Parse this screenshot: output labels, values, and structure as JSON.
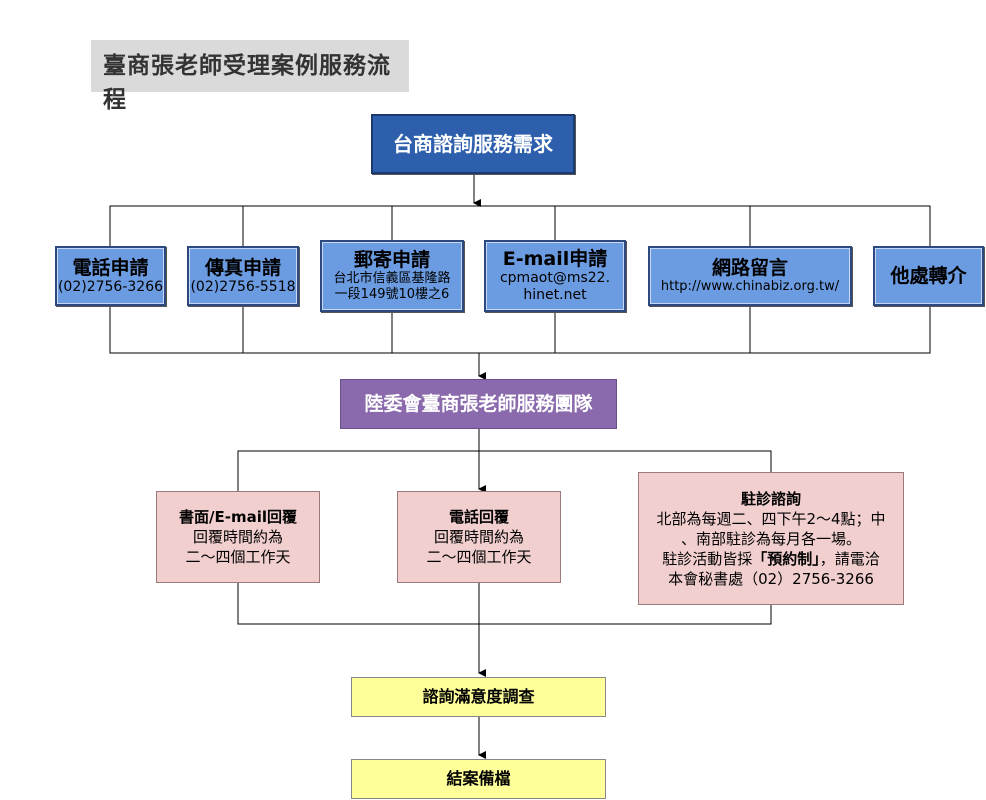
{
  "title": "臺商張老師受理案例服務流程",
  "top_node": "台商諮詢服務需求",
  "channels": [
    {
      "label": "電話申請",
      "detail": [
        "(02)2756-3266"
      ]
    },
    {
      "label": "傳真申請",
      "detail": [
        "(02)2756-5518"
      ]
    },
    {
      "label": "郵寄申請",
      "detail": [
        "台北市信義區基隆路",
        "一段149號10樓之6"
      ]
    },
    {
      "label": "E-mail申請",
      "detail": [
        "cpmaot@ms22.",
        "hinet.net"
      ]
    },
    {
      "label": "網路留言",
      "detail": [
        "http://www.chinabiz.org.tw/"
      ]
    },
    {
      "label": "他處轉介",
      "detail": []
    }
  ],
  "team": "陸委會臺商張老師服務團隊",
  "replies": [
    {
      "label": "書面/E-mail回覆",
      "lines": [
        "回覆時間約為",
        "二～四個工作天"
      ]
    },
    {
      "label": "電話回覆",
      "lines": [
        "回覆時間約為",
        "二～四個工作天"
      ]
    }
  ],
  "onsite": {
    "label": "駐診諮詢",
    "lines": [
      "北部為每週二、四下午2～4點；中",
      "、南部駐診為每月各一場。"
    ],
    "line3_prefix": "駐診活動皆採",
    "line3_bold": "「預約制」",
    "line3_suffix": "，請電洽",
    "line4": "本會秘書處（02）2756-3266"
  },
  "survey": "諮詢滿意度調查",
  "archive": "結案備檔",
  "colors": {
    "blue_fill": "#6b9be0",
    "dark_blue": "#2e5fac",
    "purple": "#8a6aad",
    "pink": "#f2cfcf",
    "yellow": "#ffff99"
  }
}
